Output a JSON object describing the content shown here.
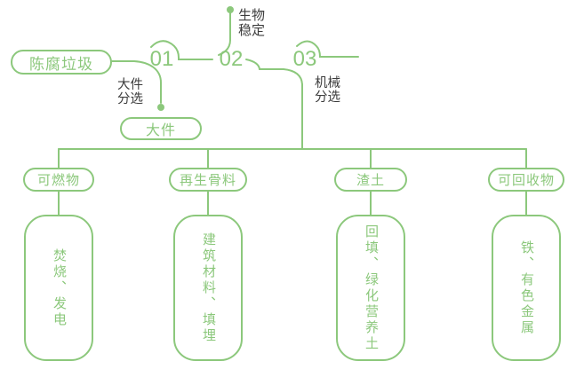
{
  "colors": {
    "green": "#8cc87c",
    "label_dark": "#3c3c3c"
  },
  "source": {
    "label": "陈腐垃圾"
  },
  "stages": [
    {
      "number": "01",
      "process": "大件分选",
      "output_pill": "大件"
    },
    {
      "number": "02",
      "process": "生物稳定"
    },
    {
      "number": "03",
      "process": "机械分选"
    }
  ],
  "outputs": [
    {
      "category": "可燃物",
      "uses": "焚烧、发电"
    },
    {
      "category": "再生骨料",
      "uses": "建筑材料、填埋"
    },
    {
      "category": "渣土",
      "uses": "回填、绿化营养土"
    },
    {
      "category": "可回收物",
      "uses": "铁、有色金属"
    }
  ]
}
